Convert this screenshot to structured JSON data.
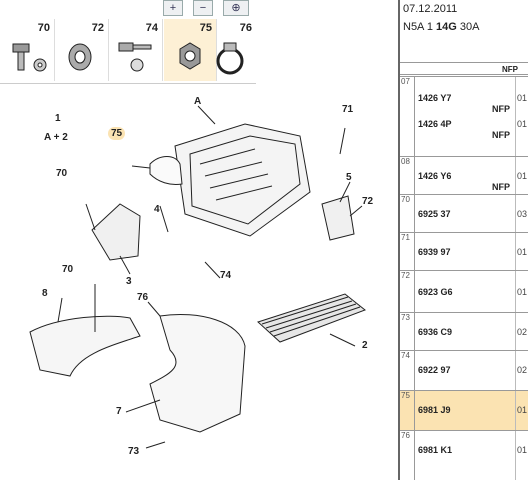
{
  "toolbar": {
    "zoom_in": "+",
    "zoom_out": "−",
    "zoom_fit": "⊕"
  },
  "parts_bar": [
    {
      "num": "70"
    },
    {
      "num": "72"
    },
    {
      "num": "74"
    },
    {
      "num": "75"
    },
    {
      "num": "76"
    }
  ],
  "diagram": {
    "callouts": [
      "1",
      "A + 2",
      "75",
      "A",
      "71",
      "70",
      "4",
      "5",
      "72",
      "3",
      "74",
      "70",
      "8",
      "76",
      "2",
      "7",
      "73"
    ]
  },
  "info": {
    "date": "07.12.2011",
    "model_prefix": "N5A 1",
    "model_bold": "14G",
    "model_suffix": "30A",
    "nfp_header": "NFP"
  },
  "groups": [
    {
      "id": "07",
      "rows": [
        {
          "ref": "1426 Y7",
          "nfp": "NFP",
          "qty": "01"
        },
        {
          "ref": "1426 4P",
          "nfp": "NFP",
          "qty": "01"
        }
      ]
    },
    {
      "id": "08",
      "rows": [
        {
          "ref": "1426 Y6",
          "nfp": "NFP",
          "qty": "01"
        }
      ]
    },
    {
      "id": "70",
      "rows": [
        {
          "ref": "6925 37",
          "nfp": "",
          "qty": "03"
        }
      ]
    },
    {
      "id": "71",
      "rows": [
        {
          "ref": "6939 97",
          "nfp": "",
          "qty": "01"
        }
      ]
    },
    {
      "id": "72",
      "rows": [
        {
          "ref": "6923 G6",
          "nfp": "",
          "qty": "01"
        }
      ]
    },
    {
      "id": "73",
      "rows": [
        {
          "ref": "6936 C9",
          "nfp": "",
          "qty": "02"
        }
      ]
    },
    {
      "id": "74",
      "rows": [
        {
          "ref": "6922 97",
          "nfp": "",
          "qty": "02"
        }
      ]
    },
    {
      "id": "75",
      "rows": [
        {
          "ref": "6981 J9",
          "nfp": "",
          "qty": "01"
        }
      ],
      "selected": true
    },
    {
      "id": "76",
      "rows": [
        {
          "ref": "6981 K1",
          "nfp": "",
          "qty": "01"
        }
      ]
    }
  ],
  "colors": {
    "highlight": "#fbe3b2",
    "line": "#222222"
  }
}
